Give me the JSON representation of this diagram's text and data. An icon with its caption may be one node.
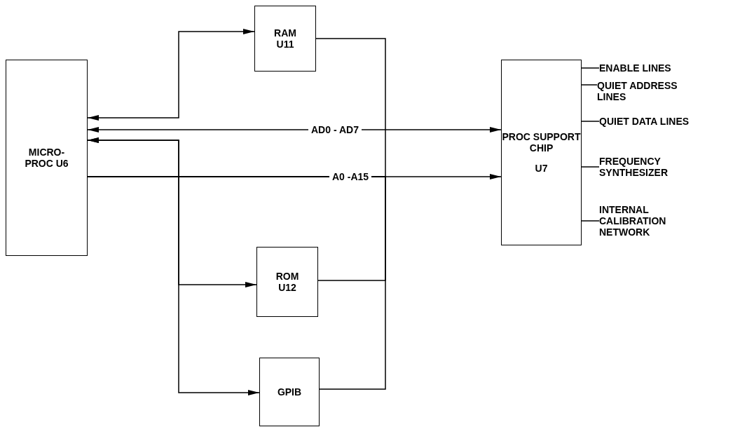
{
  "diagram": {
    "nodes": [
      {
        "text": [
          "MICRO- PROC U6"
        ]
      },
      {
        "text": [
          "RAM U11"
        ]
      },
      {
        "text": [
          "PROC SUPPORT CHIP",
          "U7"
        ]
      },
      {
        "text": [
          "ROM U12"
        ]
      },
      {
        "text": [
          "GPIB"
        ]
      },
      {
        "text": [
          "ENABLE LINES"
        ]
      },
      {
        "text": [
          "QUIET ADDRESS LINES"
        ]
      },
      {
        "text": [
          "QUIET  DATA LINES"
        ]
      },
      {
        "text": [
          "FREQUENCY SYNTHESIZER"
        ]
      },
      {
        "text": [
          "INTERNAL CALIBRATION NETWORK"
        ]
      }
    ],
    "edges": [
      {
        "from": 0,
        "to": 2,
        "arrow": "both",
        "label": "AD0 - AD7"
      },
      {
        "from": 0,
        "to": 2,
        "arrow": "to",
        "label": "A0 -A15"
      },
      {
        "from": 0,
        "to": 1,
        "arrow": "both"
      },
      {
        "from": 0,
        "to": 3,
        "arrow": "both"
      },
      {
        "from": 0,
        "to": 4,
        "arrow": "both"
      },
      {
        "from": 0,
        "to": 1,
        "arrow": "none"
      },
      {
        "from": 0,
        "to": 3,
        "arrow": "none"
      },
      {
        "from": 0,
        "to": 4,
        "arrow": "none"
      },
      {
        "from": 2,
        "to": 5,
        "arrow": "none"
      },
      {
        "from": 2,
        "to": 6,
        "arrow": "none"
      },
      {
        "from": 2,
        "to": 7,
        "arrow": "none"
      },
      {
        "from": 2,
        "to": 8,
        "arrow": "none"
      },
      {
        "from": 2,
        "to": 9,
        "arrow": "none"
      }
    ]
  }
}
